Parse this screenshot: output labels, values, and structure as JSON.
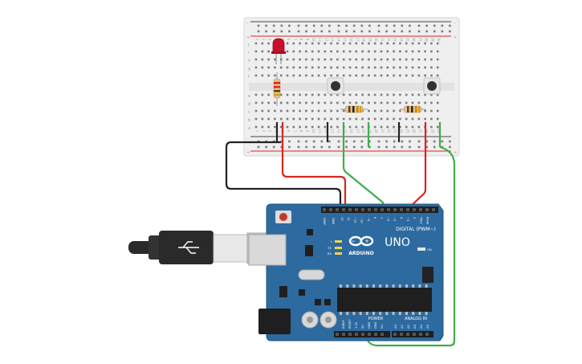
{
  "board": {
    "brand_logo": "ARDUINO",
    "model": "UNO",
    "digital_header": "DIGITAL (PWM~)",
    "power_header": "POWER",
    "analog_header": "ANALOG IN",
    "on_label": "ON",
    "tx_label": "TX",
    "rx_label": "RX",
    "l_label": "L",
    "aref_label": "AREF",
    "gnd_label": "GND",
    "digital_pins": [
      "13",
      "12",
      "~11",
      "~10",
      "~9",
      "8",
      "7",
      "~6",
      "~5",
      "4",
      "~3",
      "2",
      "TX▸1",
      "RX◂0"
    ],
    "power_pins": [
      "IOREF",
      "RESET",
      "3.3V",
      "5V",
      "GND",
      "GND",
      "Vin"
    ],
    "analog_pins": [
      "A0",
      "A1",
      "A2",
      "A3",
      "A4",
      "A5"
    ]
  },
  "breadboard": {
    "row_letters_top": [
      "j",
      "i",
      "h",
      "g",
      "f"
    ],
    "row_letters_bottom": [
      "e",
      "d",
      "c",
      "b",
      "a"
    ],
    "column_count": 30,
    "rail_plus": "+",
    "rail_minus": "-"
  },
  "components": {
    "led_color": "#c8102e",
    "wire_red": "#d7261e",
    "wire_green": "#3fae49",
    "wire_black": "#222222",
    "board_blue": "#2d6a9f"
  }
}
